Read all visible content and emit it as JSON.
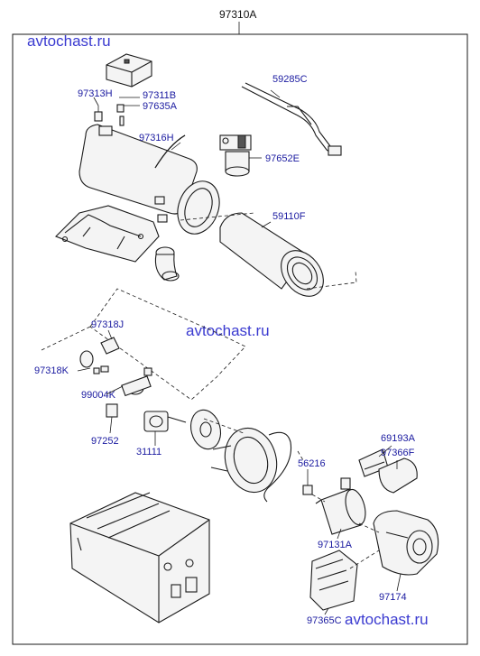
{
  "assembly_label": "97310A",
  "watermarks": [
    "avtochast.ru",
    "avtochast.ru",
    "avtochast.ru"
  ],
  "part_labels": {
    "p97313H": "97313H",
    "p97311B": "97311B",
    "p97635A": "97635A",
    "p59285C": "59285C",
    "p97316H": "97316H",
    "p97652E": "97652E",
    "p59110F": "59110F",
    "p97318J": "97318J",
    "p97318K": "97318K",
    "p99004K": "99004K",
    "p97252": "97252",
    "p31111": "31111",
    "p69193A": "69193A",
    "p97366F": "97366F",
    "p56216": "56216",
    "p97131A": "97131A",
    "p97174": "97174",
    "p97365C": "97365C"
  }
}
